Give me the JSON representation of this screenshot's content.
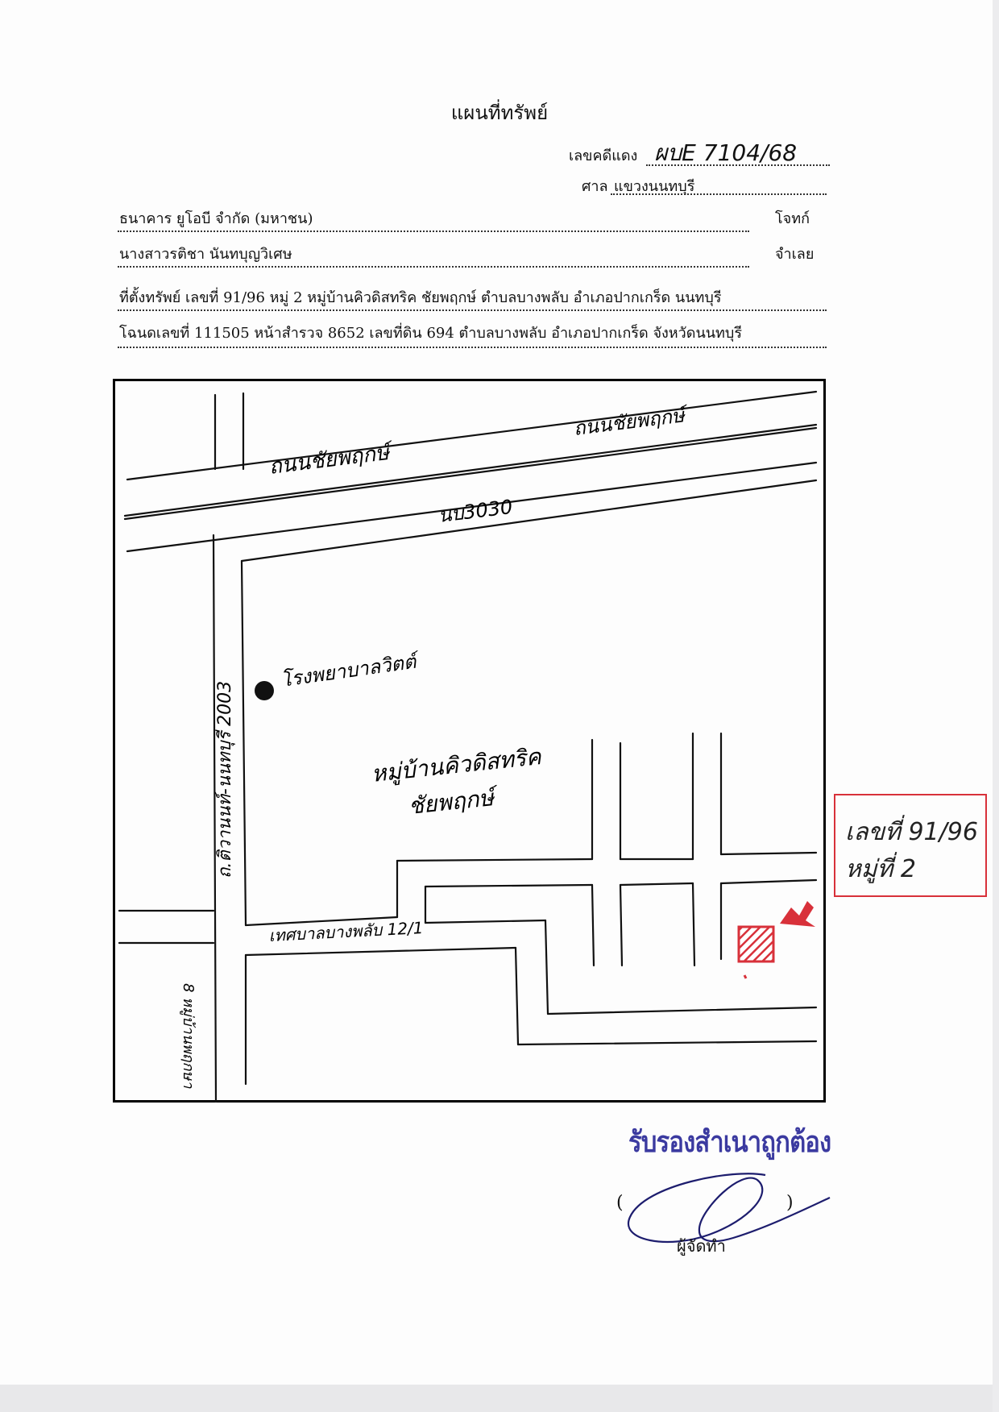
{
  "header": {
    "title": "แผนที่ทรัพย์",
    "case_label": "เลขคดีแดง",
    "case_value": "ผบE 7104/68",
    "court_label": "ศาล",
    "court_value": "แขวงนนทบุรี"
  },
  "parties": {
    "plaintiff_name": "ธนาคาร ยูโอบี จำกัด (มหาชน)",
    "plaintiff_role": "โจทก์",
    "defendant_name": "นางสาวรติชา  นันทบุญวิเศษ",
    "defendant_role": "จำเลย"
  },
  "property": {
    "location_line": "ที่ตั้งทรัพย์  เลขที่ 91/96 หมู่ 2 หมู่บ้านคิวดิสทริค ชัยพฤกษ์ ตำบลบางพลับ อำเภอปากเกร็ด  นนทบุรี",
    "deed_line": "โฉนดเลขที่ 111505 หน้าสำรวจ 8652  เลขที่ดิน 694  ตำบลบางพลับ อำเภอปากเกร็ด จังหวัดนนทบุรี"
  },
  "map": {
    "road_upper": "ถนนชัยพฤกษ์",
    "road_upper_right": "ถนนชัยพฤกษ์",
    "road_code": "นบ3030",
    "side_road": "ถ.ติวานนท์-นนทบุรี 2003",
    "hospital": "โรงพยาบาลวิตต์",
    "village_line1": "หมู่บ้านคิวดิสทริค",
    "village_line2": "ชัยพฤกษ์",
    "soi_road": "เทศบาลบางพลับ 12/1",
    "lower_left_road": "8 หมู่บ้านพฤกษา",
    "marker_color": "#d8313a"
  },
  "annotation": {
    "line1": "เลขที่ 91/96",
    "line2": "หมู่ที่ 2"
  },
  "certify": {
    "stamp_text": "รับรองสำเนาถูกต้อง",
    "paren_open": "(",
    "paren_close": ")",
    "preparer": "ผู้จัดทำ"
  }
}
